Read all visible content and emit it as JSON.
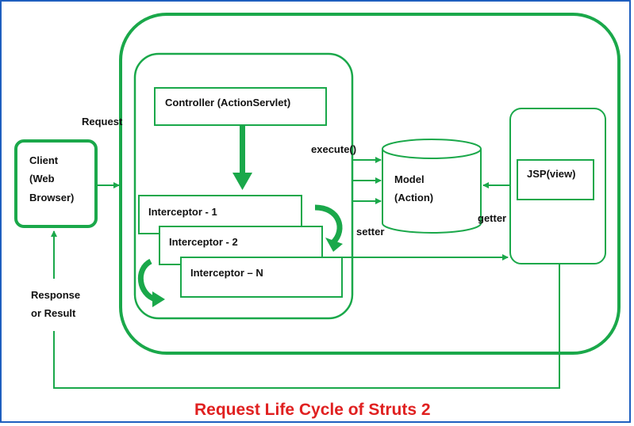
{
  "diagram": {
    "title": "Request Life Cycle of Struts 2",
    "client": {
      "line1": "Client",
      "line2": "(Web",
      "line3": "Browser)"
    },
    "request_label": "Request",
    "response_label": {
      "line1": "Response",
      "line2": "or Result"
    },
    "controller_label": "Controller (ActionServlet)",
    "interceptors": [
      "Interceptor - 1",
      "Interceptor - 2",
      "Interceptor – N"
    ],
    "execute_label": "execute()",
    "model": {
      "line1": "Model",
      "line2": "(Action)"
    },
    "setter_label": "setter",
    "getter_label": "getter",
    "view_label": "JSP(view)",
    "colors": {
      "accent": "#1aa84a",
      "title": "#e02020",
      "frame": "#1f5fbf"
    }
  }
}
